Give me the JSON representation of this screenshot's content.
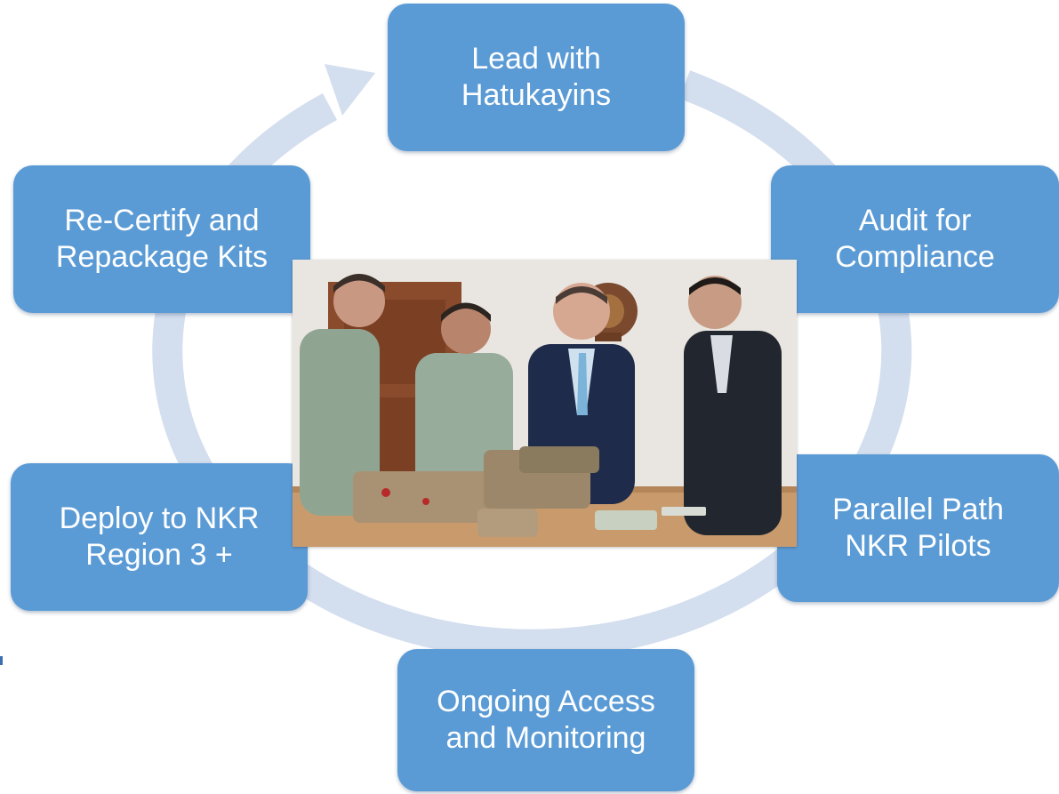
{
  "diagram": {
    "type": "cycle",
    "steps": [
      {
        "id": "step-1",
        "label": "Lead with\nHatukayins"
      },
      {
        "id": "step-2",
        "label": "Audit for\nCompliance"
      },
      {
        "id": "step-3",
        "label": "Parallel Path\nNKR Pilots"
      },
      {
        "id": "step-4",
        "label": "Ongoing Access\nand Monitoring"
      },
      {
        "id": "step-5",
        "label": "Deploy to NKR\nRegion 3 +"
      },
      {
        "id": "step-6",
        "label": "Re-Certify and\nRepackage Kits"
      }
    ],
    "colors": {
      "box_fill": "#5b9bd5",
      "box_text": "#ffffff",
      "ring": "#d3deee"
    }
  }
}
